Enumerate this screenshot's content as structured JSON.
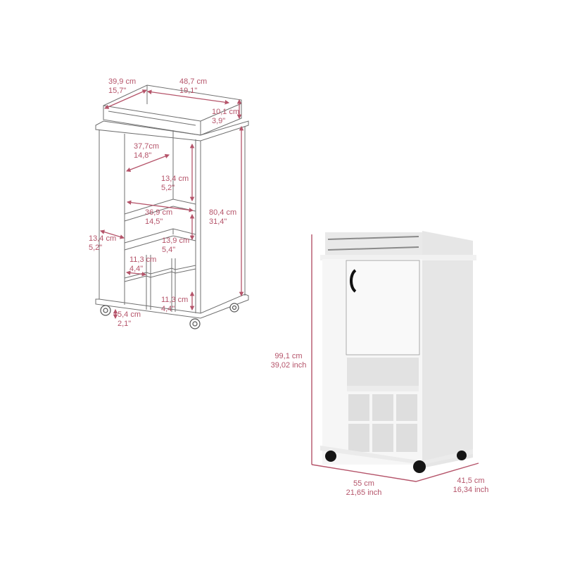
{
  "colors": {
    "dimension": "#b5546a",
    "line_drawing": "#6f6f6f",
    "cabinet_white": "#f4f4f4",
    "cabinet_shadow": "#dcdcdc",
    "wheel": "#1a1a1a"
  },
  "line_drawing": {
    "labels": [
      {
        "id": "tray-depth",
        "cm": "39,9 cm",
        "inch": "15,7\""
      },
      {
        "id": "tray-width",
        "cm": "48,7 cm",
        "inch": "19,1\""
      },
      {
        "id": "tray-height",
        "cm": "10,1 cm",
        "inch": "3,9\""
      },
      {
        "id": "inner-depth",
        "cm": "37,7cm",
        "inch": "14,8\""
      },
      {
        "id": "upper-compartment-height",
        "cm": "13,4 cm",
        "inch": "5,2\""
      },
      {
        "id": "inner-width",
        "cm": "36,9 cm",
        "inch": "14,5\""
      },
      {
        "id": "body-height",
        "cm": "80,4 cm",
        "inch": "31,4\""
      },
      {
        "id": "side-depth",
        "cm": "13,4 cm",
        "inch": "5,2\""
      },
      {
        "id": "open-shelf-height",
        "cm": "13,9 cm",
        "inch": "5,4\""
      },
      {
        "id": "cubby-width",
        "cm": "11,3 cm",
        "inch": "4,4\""
      },
      {
        "id": "cubby-height",
        "cm": "11,3 cm",
        "inch": "4,4\""
      },
      {
        "id": "wheel-height",
        "cm": "5,4 cm",
        "inch": "2,1\""
      }
    ]
  },
  "product_render": {
    "labels": [
      {
        "id": "total-height",
        "cm": "99,1 cm",
        "inch": "39,02 inch"
      },
      {
        "id": "total-width",
        "cm": "55 cm",
        "inch": "21,65 inch"
      },
      {
        "id": "total-depth",
        "cm": "41,5 cm",
        "inch": "16,34 inch"
      }
    ],
    "wine_cubbies": 6,
    "wheels": 4
  }
}
